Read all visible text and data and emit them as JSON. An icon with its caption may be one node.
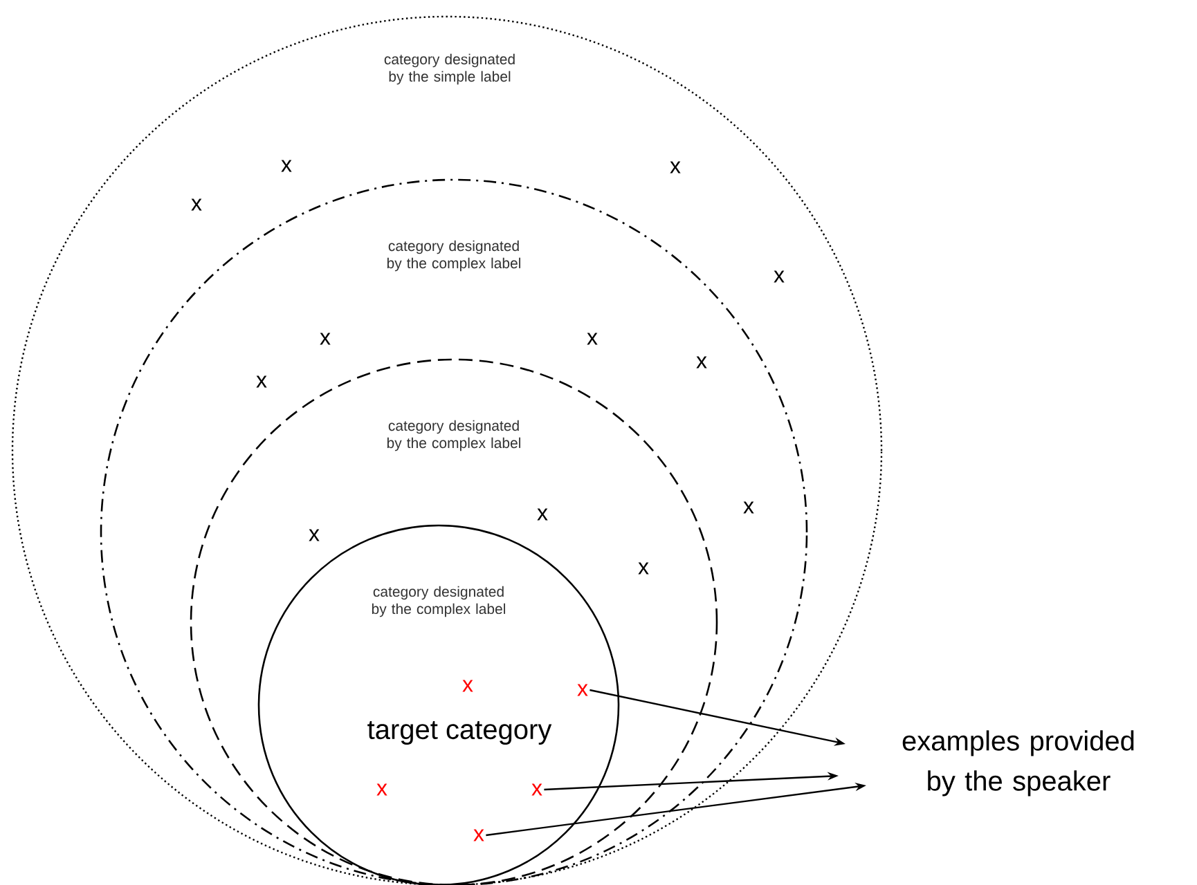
{
  "diagram": {
    "nodes": [
      {
        "text": [
          "category designated by the simple label"
        ]
      },
      {
        "text": [
          "category designated by the complex label"
        ],
        "in": 0
      },
      {
        "text": [
          "category designated by the complex label"
        ],
        "in": 1
      },
      {
        "text": [
          "category designated by the complex label",
          "target category"
        ],
        "in": 2
      },
      {
        "text": [
          "x"
        ],
        "in": 3
      },
      {
        "text": [
          "x"
        ],
        "in": 3
      },
      {
        "text": [
          "x"
        ],
        "in": 3
      },
      {
        "text": [
          "examples provided by the speaker"
        ]
      }
    ],
    "edges": [
      {
        "from": 4,
        "to": 7,
        "arrow": "to"
      },
      {
        "from": 5,
        "to": 7,
        "arrow": "to"
      },
      {
        "from": 6,
        "to": 7,
        "arrow": "to"
      }
    ],
    "labels": [
      "x",
      "x",
      "x",
      "x",
      "x",
      "x",
      "x",
      "x",
      "x",
      "x",
      "x",
      "x",
      "x",
      "x"
    ]
  }
}
